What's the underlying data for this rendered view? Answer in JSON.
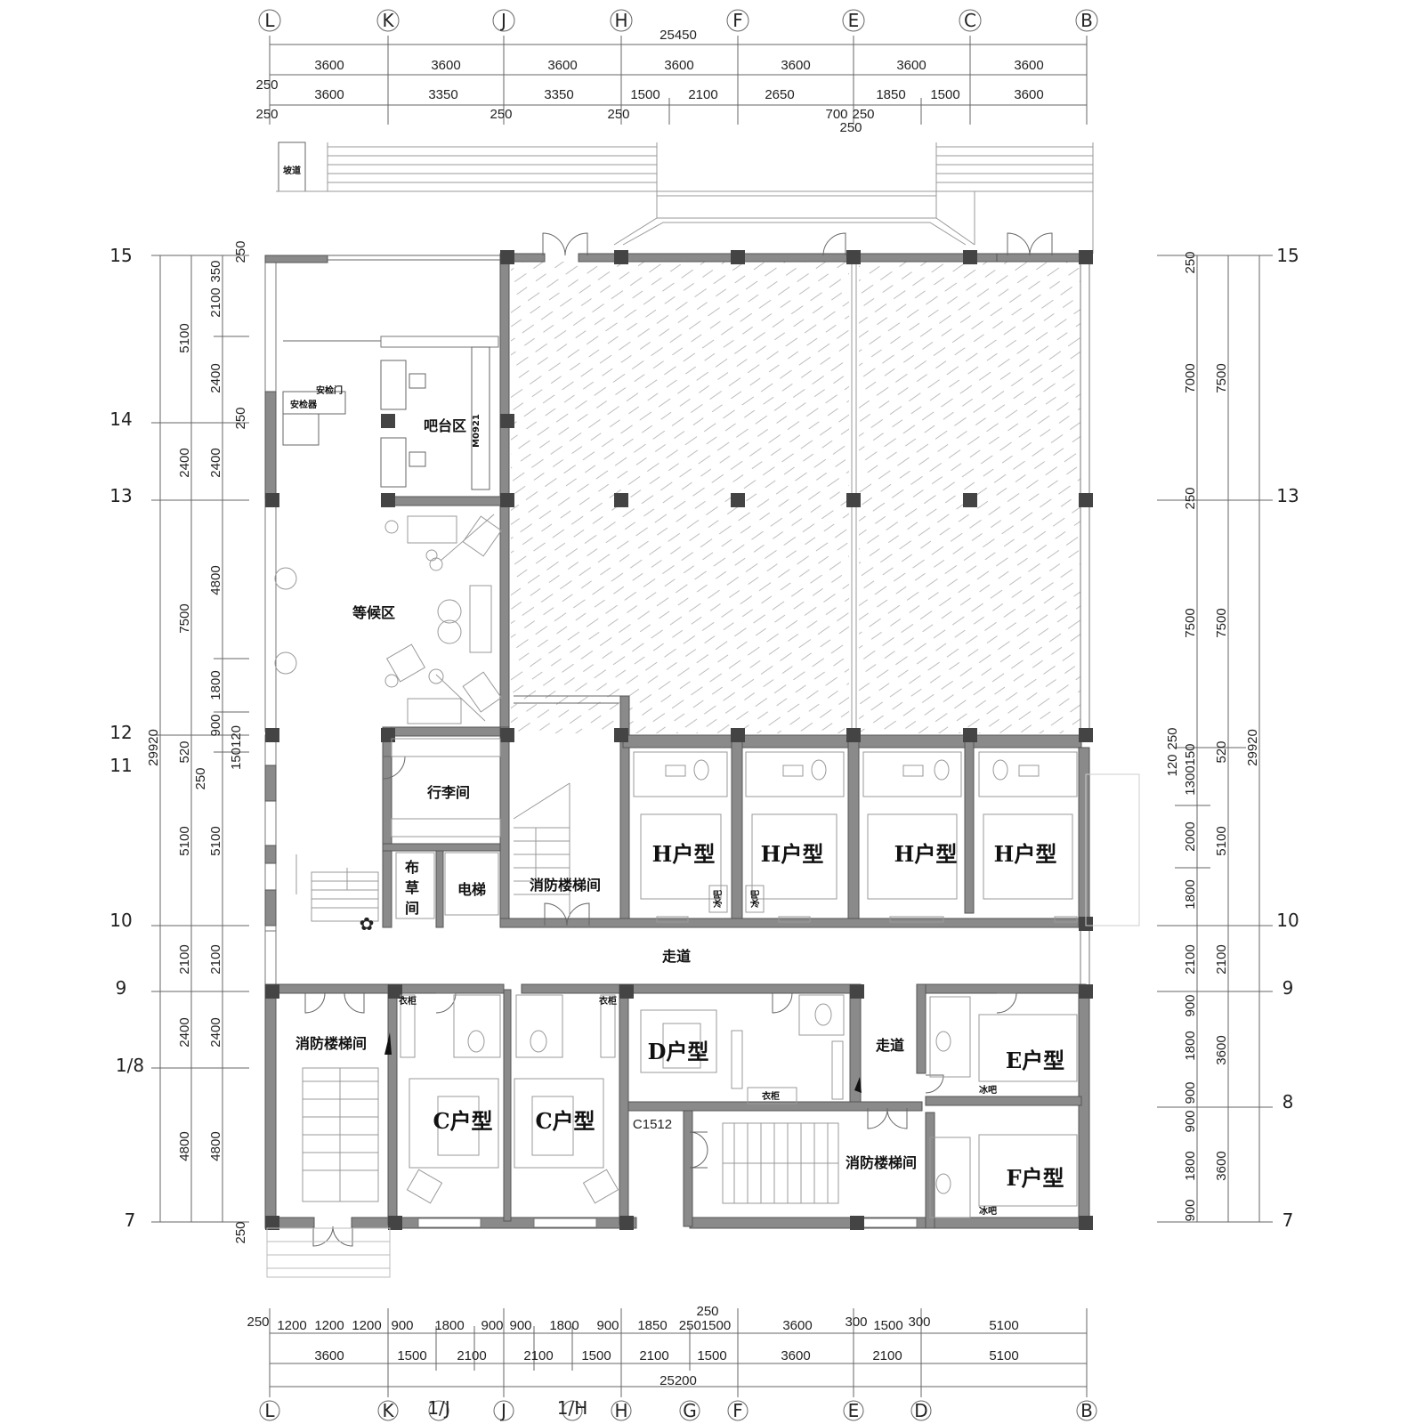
{
  "axes": {
    "top_letters": [
      "L",
      "K",
      "J",
      "H",
      "F",
      "E",
      "C",
      "B"
    ],
    "bottom_letters": [
      "L",
      "K",
      "1/J",
      "J",
      "1/H",
      "H",
      "G",
      "F",
      "E",
      "D",
      "B"
    ],
    "left_numbers": [
      "15",
      "14",
      "13",
      "12",
      "11",
      "10",
      "9",
      "1/8",
      "7"
    ],
    "right_numbers": [
      "15",
      "13",
      "10",
      "9",
      "8",
      "7"
    ]
  },
  "dimensions": {
    "top_total": "25450",
    "top_row1": [
      "3600",
      "3600",
      "3600",
      "3600",
      "3600",
      "3600",
      "3600"
    ],
    "top_row2": [
      "250",
      "3600",
      "3350",
      "3350",
      "1500",
      "2100",
      "2650",
      "1850",
      "1500",
      "3600"
    ],
    "top_row3": [
      "250",
      "250",
      "250",
      "700",
      "250",
      "250"
    ],
    "bottom_row1": [
      "250",
      "1200",
      "1200",
      "1200",
      "900",
      "1800",
      "900",
      "900",
      "1800",
      "900",
      "1850",
      "2501500",
      "3600",
      "300",
      "1500",
      "300",
      "5100"
    ],
    "bottom_row1_extra": "250",
    "bottom_row2": [
      "3600",
      "1500",
      "2100",
      "2100",
      "1500",
      "2100",
      "1500",
      "3600",
      "2100",
      "5100"
    ],
    "bottom_total": "25200",
    "left_outer": [
      "5100",
      "2400",
      "7500",
      "29920",
      "5100",
      "2100",
      "2400",
      "4800"
    ],
    "left_inner": [
      "250",
      "2100",
      "350",
      "2400",
      "250",
      "2400",
      "4800",
      "1800",
      "900",
      "520",
      "150120",
      "250",
      "5100",
      "2100",
      "2400",
      "4800",
      "250"
    ],
    "right_inner": [
      "250",
      "7000",
      "250",
      "7500",
      "250",
      "120",
      "150",
      "1300",
      "2000",
      "1800",
      "2100",
      "900",
      "1800",
      "900",
      "900",
      "1800",
      "900"
    ],
    "right_outer": [
      "7500",
      "7500",
      "520",
      "29920",
      "5100",
      "2100",
      "3600",
      "3600"
    ]
  },
  "rooms": {
    "bar": "吧台区",
    "security_door": "安检门",
    "security_machine": "安检器",
    "waiting": "等候区",
    "luggage": "行李间",
    "linen_1": "布",
    "linen_2": "草",
    "linen_3": "间",
    "elevator": "电梯",
    "fire_stair": "消防楼梯间",
    "corridor": "走道",
    "type_h": "H户型",
    "type_c": "C户型",
    "type_d": "D户型",
    "type_e": "E户型",
    "type_f": "F户型",
    "wardrobe": "衣柜",
    "minibar": "冰吧",
    "window_code": "C1512",
    "door_code": "M0921",
    "note_small": "坡道"
  },
  "colors": {
    "wall": "#8a8a8a",
    "column": "#444444",
    "hatch": "#bdbdbd"
  }
}
